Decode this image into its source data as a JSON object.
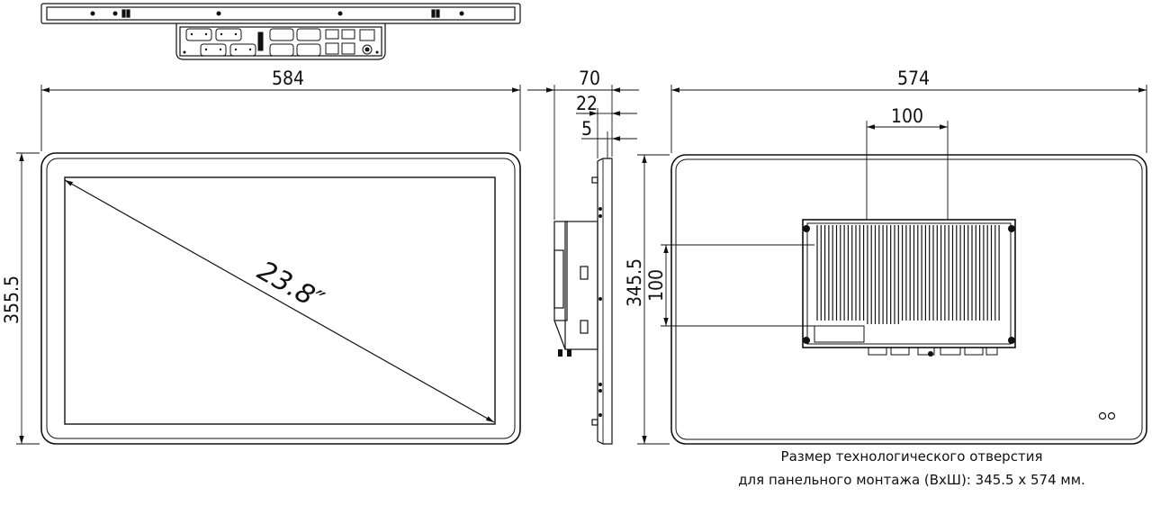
{
  "front_view": {
    "width": "584",
    "height": "355.5",
    "diagonal": "23.8″"
  },
  "side_view": {
    "depth_total": "70",
    "depth_bezel": "22",
    "depth_front": "5"
  },
  "rear_view": {
    "width": "574",
    "height": "345.5",
    "vesa_horizontal": "100",
    "vesa_vertical": "100"
  },
  "caption": {
    "line1": "Размер технологического отверстия",
    "line2": "для панельного монтажа (ВхШ): 345.5 х 574 мм."
  },
  "colors": {
    "line": "#111111",
    "background": "#ffffff"
  }
}
